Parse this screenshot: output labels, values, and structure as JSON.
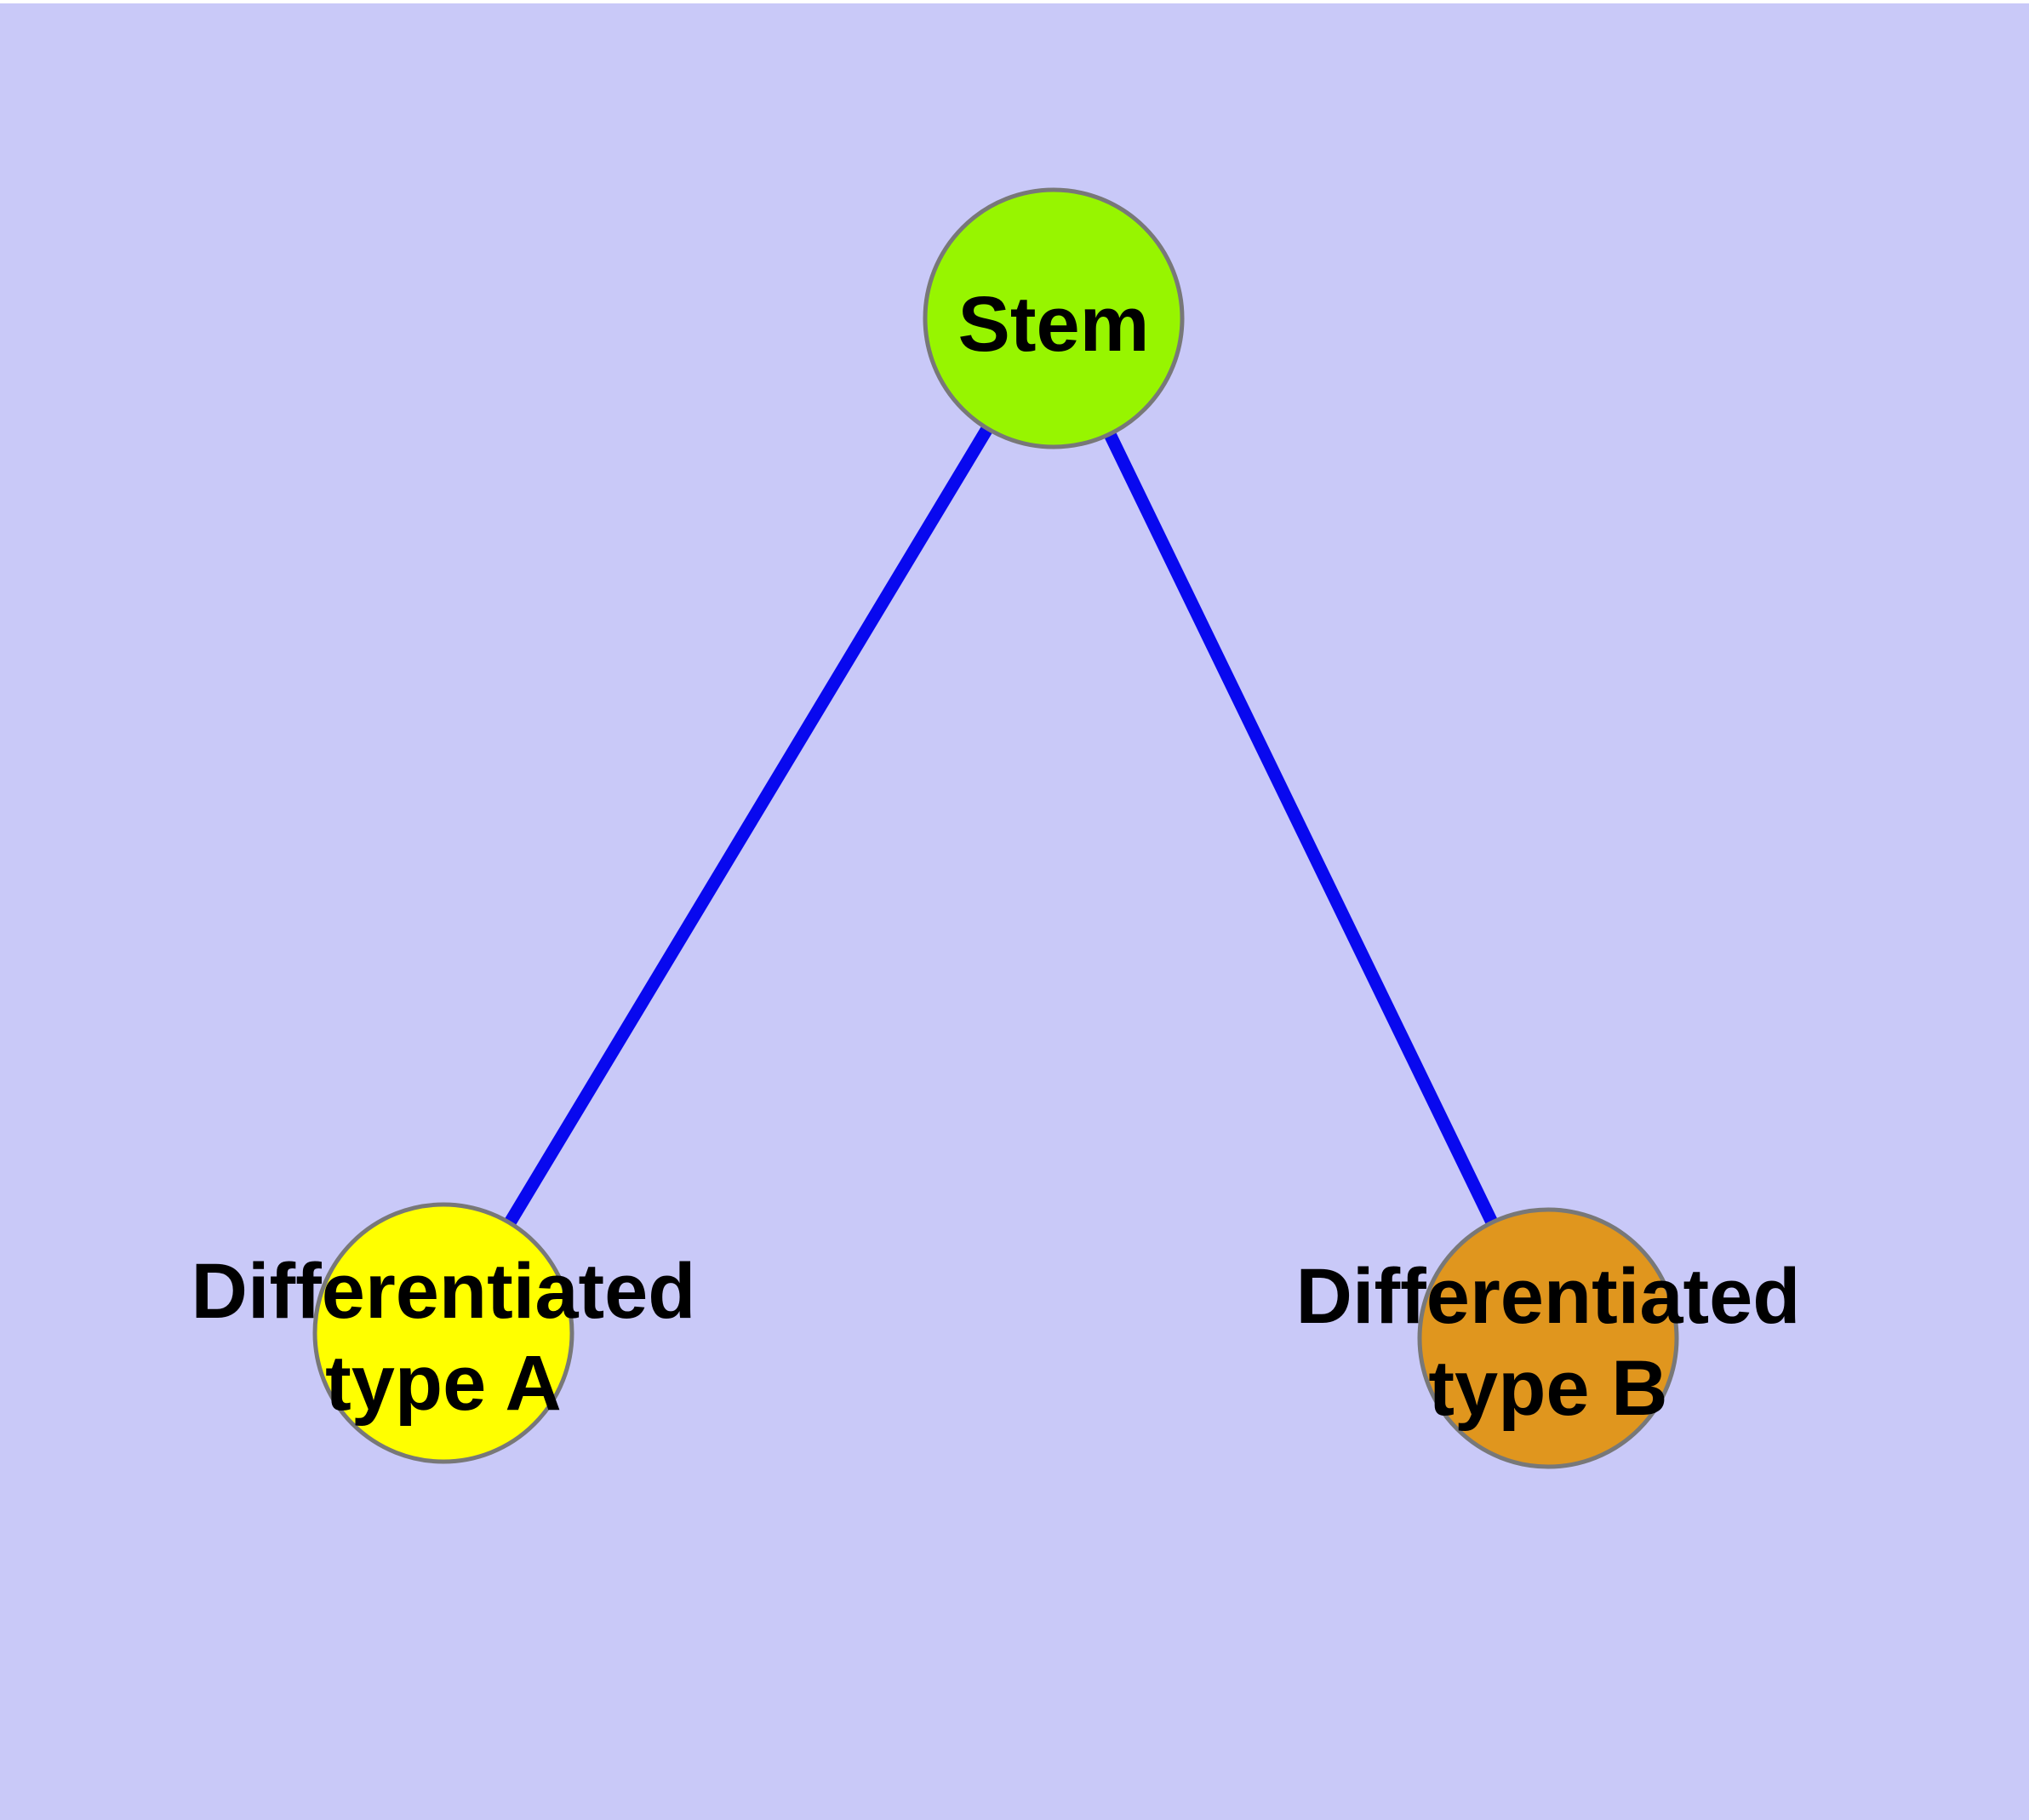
{
  "diagram": {
    "type": "graph",
    "background_color": "#c9c9f8",
    "top_margin_color": "#ffffff",
    "edge_color": "#0808ef",
    "node_border_color": "#787878",
    "text_color": "#000000",
    "nodes": [
      {
        "id": "stem",
        "label": "Stem",
        "lines": [
          "Stem"
        ],
        "fill": "#97f500"
      },
      {
        "id": "differentiated-type-a",
        "label": "Differentiated type A",
        "lines": [
          "Differentiated",
          "type A"
        ],
        "fill": "#ffff00"
      },
      {
        "id": "differentiated-type-b",
        "label": "Differentiated type B",
        "lines": [
          "Differentiated",
          "type B"
        ],
        "fill": "#e0961e"
      }
    ],
    "edges": [
      {
        "from": "Stem",
        "to": "Differentiated type A"
      },
      {
        "from": "Stem",
        "to": "Differentiated type B"
      }
    ]
  }
}
